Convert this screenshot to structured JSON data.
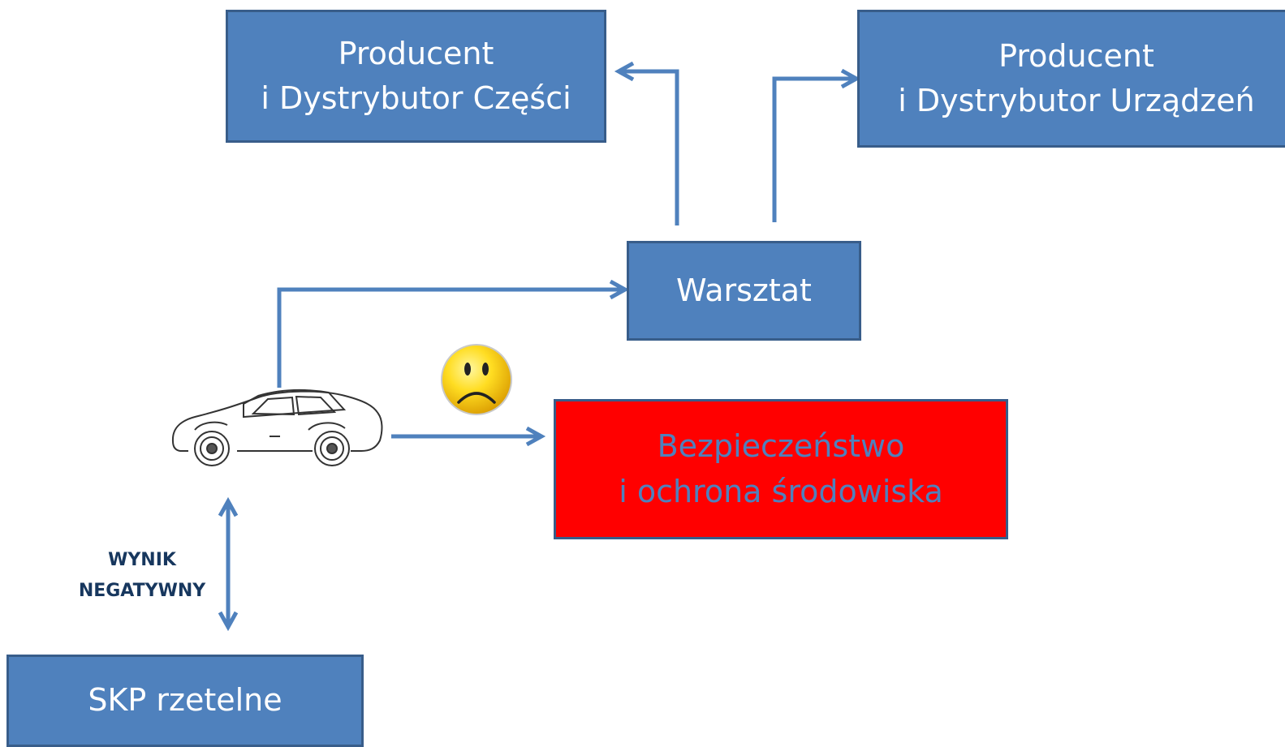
{
  "boxes": {
    "producent_czesci": {
      "line1": "Producent",
      "line2": "i Dystrybutor Części"
    },
    "producent_urzadzen": {
      "line1": "Producent",
      "line2": "i Dystrybutor Urządzeń"
    },
    "warsztat": {
      "label": "Warsztat"
    },
    "bezpieczenstwo": {
      "line1": "Bezpieczeństwo",
      "line2": "i ochrona środowiska"
    },
    "skp": {
      "label": "SKP rzetelne"
    }
  },
  "result_label": {
    "line1": "WYNIK",
    "line2": "NEGATYWNY"
  },
  "icons": {
    "car": "car-icon",
    "sad_face": "sad-face-icon"
  },
  "colors": {
    "box_fill": "#4f81bd",
    "box_border": "#385d8a",
    "alert_fill": "#ff0000",
    "arrow": "#4f81bd",
    "label_text": "#17375e"
  }
}
